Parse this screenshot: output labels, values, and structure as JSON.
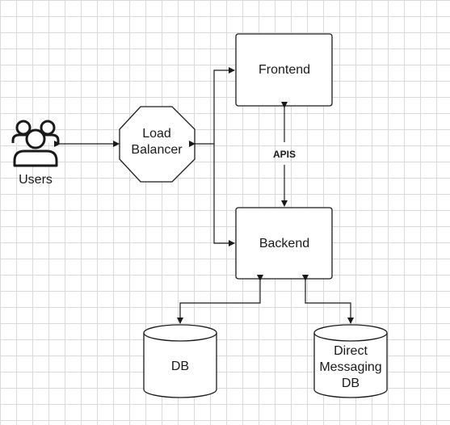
{
  "nodes": {
    "frontend": {
      "label": "Frontend"
    },
    "backend": {
      "label": "Backend"
    },
    "load_balancer": {
      "label_line1": "Load",
      "label_line2": "Balancer"
    },
    "db": {
      "label": "DB"
    },
    "dm_db": {
      "label_line1": "Direct",
      "label_line2": "Messaging",
      "label_line3": "DB"
    },
    "users": {
      "label": "Users",
      "icon": "users-icon"
    }
  },
  "edges": {
    "frontend_backend": {
      "label": "APIS"
    }
  },
  "colors": {
    "stroke": "#1a1a1a",
    "grid": "#d9d9d9",
    "fill": "#ffffff"
  }
}
